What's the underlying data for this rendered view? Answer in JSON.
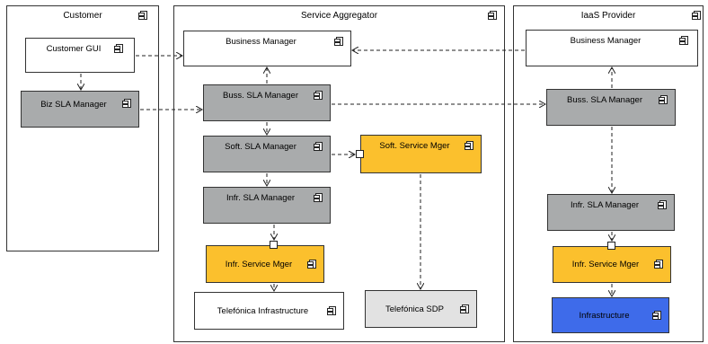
{
  "containers": {
    "customer": "Customer",
    "aggregator": "Service Aggregator",
    "provider": "IaaS Provider"
  },
  "components": {
    "customer_gui": "Customer GUI",
    "biz_sla_manager": "Biz SLA Manager",
    "agg_business_manager": "Business Manager",
    "buss_sla_manager": "Buss. SLA Manager",
    "soft_sla_manager": "Soft. SLA Manager",
    "soft_service_mger": "Soft. Service Mger",
    "agg_infr_sla_manager": "Infr. SLA Manager",
    "agg_infr_service_mger": "Infr. Service Mger",
    "telefonica_infrastructure": "Telefónica Infrastructure",
    "telefonica_sdp": "Telefónica SDP",
    "prov_business_manager": "Business Manager",
    "prov_buss_sla_manager": "Buss. SLA Manager",
    "prov_infr_sla_manager": "Infr. SLA Manager",
    "prov_infr_service_mger": "Infr. Service Mger",
    "infrastructure": "Infrastructure"
  },
  "colors": {
    "gray": "#a9abac",
    "orange": "#fbc02d",
    "light_gray": "#e2e2e2",
    "blue": "#3e6bea"
  }
}
